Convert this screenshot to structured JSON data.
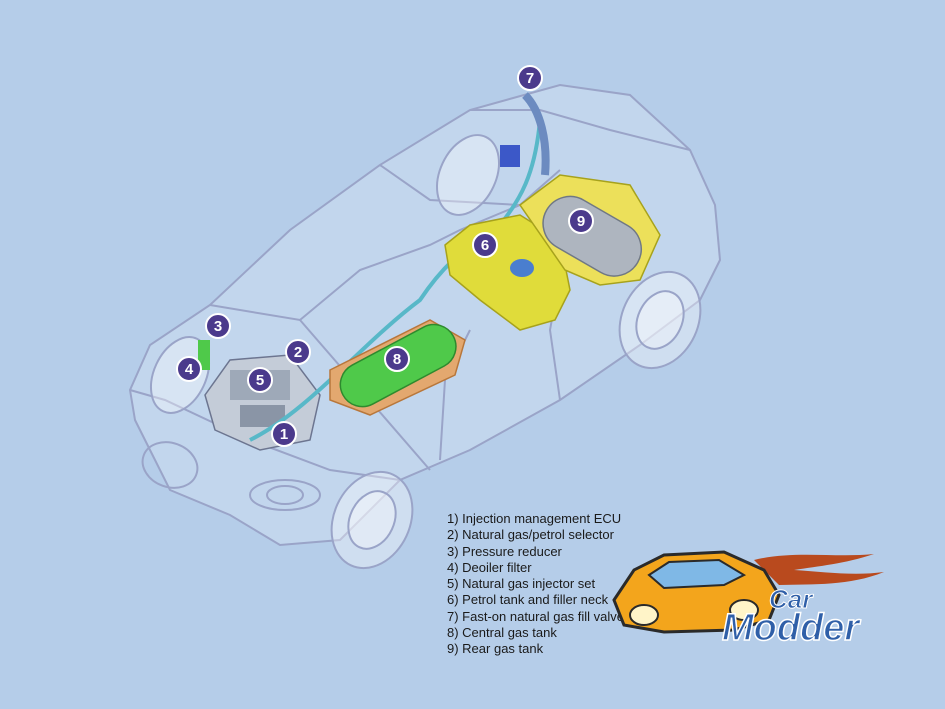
{
  "markers": [
    {
      "num": "1"
    },
    {
      "num": "2"
    },
    {
      "num": "3"
    },
    {
      "num": "4"
    },
    {
      "num": "5"
    },
    {
      "num": "6"
    },
    {
      "num": "7"
    },
    {
      "num": "8"
    },
    {
      "num": "9"
    }
  ],
  "legend": [
    "1) Injection management ECU",
    "2) Natural gas/petrol selector",
    "3) Pressure reducer",
    "4) Deoiler filter",
    "5) Natural gas injector set",
    "6) Petrol tank and filler neck",
    "7) Fast-on natural gas fill valve",
    "8) Central gas tank",
    "9) Rear gas tank"
  ],
  "logo": {
    "line1": "Car",
    "line2": "Modder"
  },
  "colors": {
    "background": "#b5cde9",
    "marker": "#4b3a8c",
    "gas_tank": "#4fc94a",
    "petrol_tank": "#e0dc3a",
    "logo_car": "#f3a51c",
    "logo_text": "#2f5fa8"
  }
}
